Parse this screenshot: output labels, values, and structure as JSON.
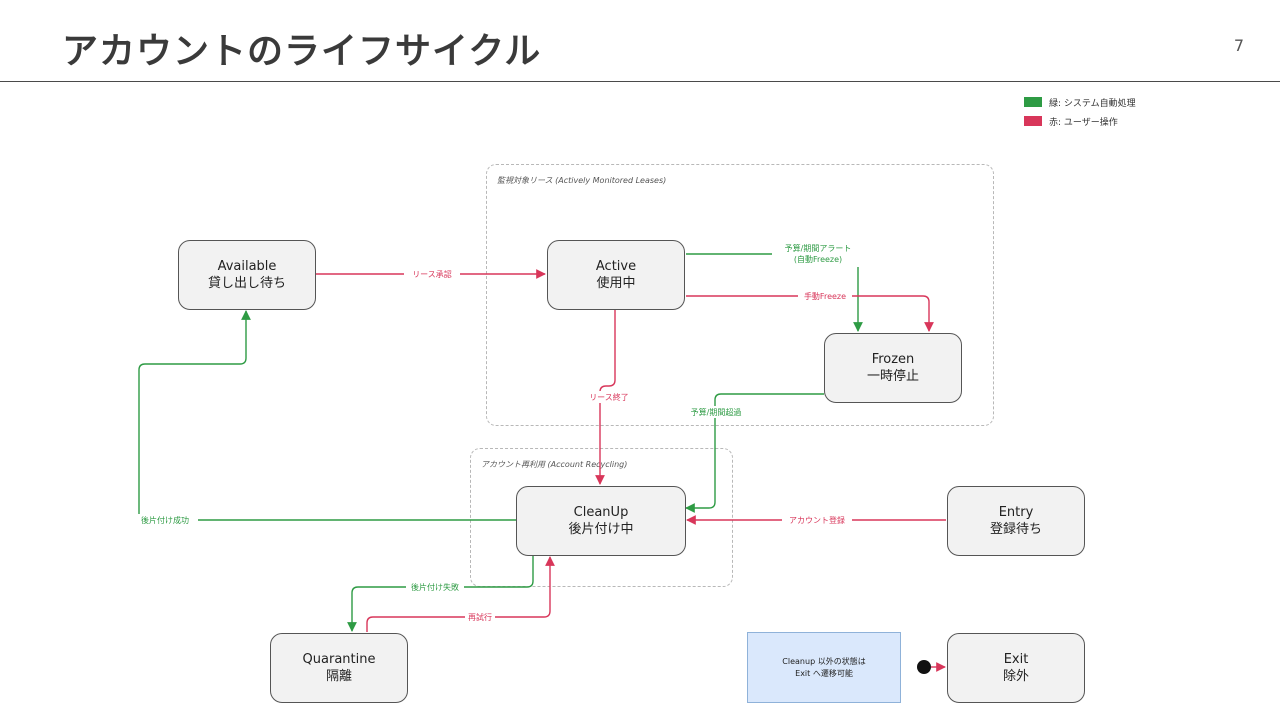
{
  "slide": {
    "title": "アカウントのライフサイクル",
    "page_number": "7"
  },
  "legend": {
    "green": {
      "label": "緑: システム自動処理",
      "color": "#2e9b44"
    },
    "red": {
      "label": "赤: ユーザー操作",
      "color": "#d8365a"
    }
  },
  "groups": {
    "monitored": {
      "label": "監視対象リース (Actively Monitored Leases)"
    },
    "recycling": {
      "label": "アカウント再利用 (Account Recycling)"
    }
  },
  "states": {
    "available": {
      "line1": "Available",
      "line2": "貸し出し待ち"
    },
    "active": {
      "line1": "Active",
      "line2": "使用中"
    },
    "frozen": {
      "line1": "Frozen",
      "line2": "一時停止"
    },
    "cleanup": {
      "line1": "CleanUp",
      "line2": "後片付け中"
    },
    "entry": {
      "line1": "Entry",
      "line2": "登録待ち"
    },
    "quarantine": {
      "line1": "Quarantine",
      "line2": "隔離"
    },
    "exit": {
      "line1": "Exit",
      "line2": "除外"
    }
  },
  "note": {
    "line1": "Cleanup 以外の状態は",
    "line2": "Exit へ遷移可能"
  },
  "transitions": {
    "lease_approval": {
      "label": "リース承認",
      "color": "red"
    },
    "budget_alert": {
      "label_line1": "予算/期間アラート",
      "label_line2": "(自動Freeze)",
      "color": "green"
    },
    "manual_freeze": {
      "label": "手動Freeze",
      "color": "red"
    },
    "lease_end": {
      "label": "リース終了",
      "color": "red"
    },
    "budget_exceeded": {
      "label": "予算/期間超過",
      "color": "green"
    },
    "cleanup_success": {
      "label": "後片付け成功",
      "color": "green"
    },
    "account_registration": {
      "label": "アカウント登録",
      "color": "red"
    },
    "cleanup_failure": {
      "label": "後片付け失敗",
      "color": "green"
    },
    "retry": {
      "label": "再試行",
      "color": "red"
    }
  }
}
